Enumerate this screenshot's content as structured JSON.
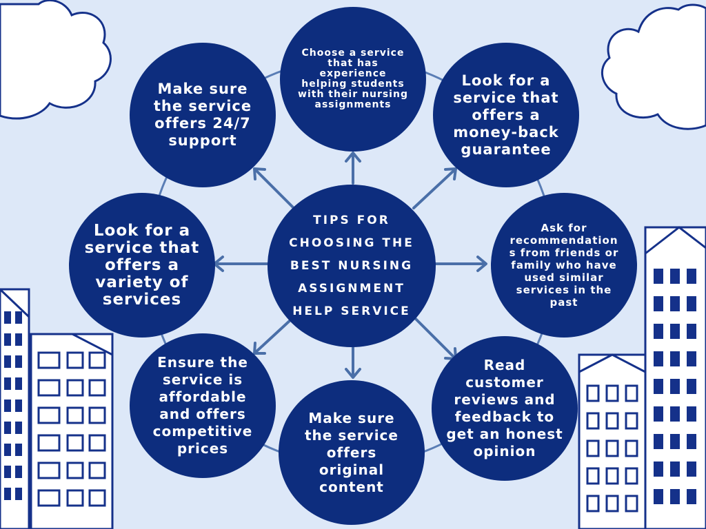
{
  "colors": {
    "background": "#dde8f8",
    "node_fill": "#0d2d7e",
    "text": "#ffffff",
    "connector": "#4a6fa8",
    "building_stroke": "#15318a"
  },
  "center": {
    "label_lines": [
      "TIPS FOR",
      "CHOOSING THE",
      "BEST NURSING",
      "ASSIGNMENT",
      "HELP SERVICE"
    ]
  },
  "tips": [
    {
      "id": "experience",
      "lines": [
        "Choose a service",
        "that has",
        "experience",
        "helping students",
        "with their nursing",
        "assignments"
      ]
    },
    {
      "id": "money-back",
      "lines": [
        "Look for a",
        "service that",
        "offers a",
        "money-back",
        "guarantee"
      ]
    },
    {
      "id": "recommendations",
      "lines": [
        "Ask for",
        "recommendation",
        "s from friends or",
        "family who have",
        "used similar",
        "services in the",
        "past"
      ]
    },
    {
      "id": "reviews",
      "lines": [
        "Read",
        "customer",
        "reviews and",
        "feedback to",
        "get an honest",
        "opinion"
      ]
    },
    {
      "id": "original-content",
      "lines": [
        "Make sure",
        "the service",
        "offers",
        "original",
        "content"
      ]
    },
    {
      "id": "affordable",
      "lines": [
        "Ensure the",
        "service is",
        "affordable",
        "and offers",
        "competitive",
        "prices"
      ]
    },
    {
      "id": "variety",
      "lines": [
        "Look for a",
        "service that",
        "offers a",
        "variety of",
        "services"
      ]
    },
    {
      "id": "support",
      "lines": [
        "Make sure",
        "the service",
        "offers 24/7",
        "support"
      ]
    }
  ]
}
